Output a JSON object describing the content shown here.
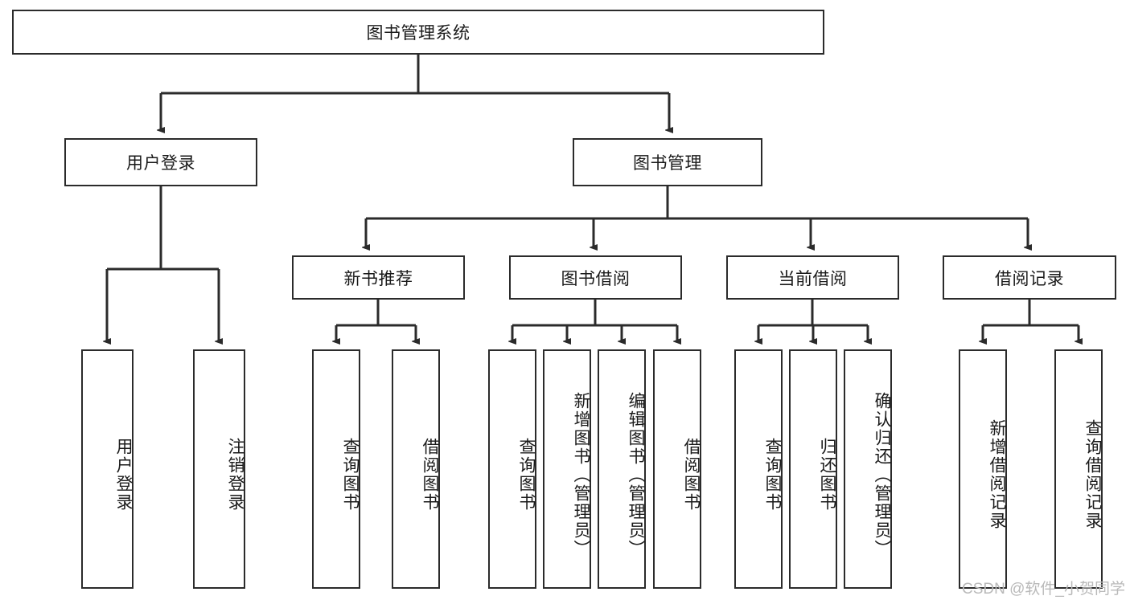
{
  "diagram": {
    "title_node": {
      "label": "图书管理系统"
    },
    "level2": [
      {
        "id": "user-login",
        "label": "用户登录"
      },
      {
        "id": "book-management",
        "label": "图书管理"
      }
    ],
    "level3": [
      {
        "id": "new-book-recommend",
        "label": "新书推荐"
      },
      {
        "id": "book-borrow",
        "label": "图书借阅"
      },
      {
        "id": "current-borrow",
        "label": "当前借阅"
      },
      {
        "id": "borrow-record",
        "label": "借阅记录"
      }
    ],
    "leaves": {
      "user_login": [
        {
          "id": "leaf-user-login",
          "label": "用户登录"
        },
        {
          "id": "leaf-logout",
          "label": "注销登录"
        }
      ],
      "new_book_recommend": [
        {
          "id": "leaf-query-book-1",
          "label": "查询图书"
        },
        {
          "id": "leaf-borrow-book-1",
          "label": "借阅图书"
        }
      ],
      "book_borrow": [
        {
          "id": "leaf-query-book-2",
          "label": "查询图书"
        },
        {
          "id": "leaf-add-book",
          "label": "新增图书（管理员）"
        },
        {
          "id": "leaf-edit-book",
          "label": "编辑图书（管理员）"
        },
        {
          "id": "leaf-borrow-book-2",
          "label": "借阅图书"
        }
      ],
      "current_borrow": [
        {
          "id": "leaf-query-book-3",
          "label": "查询图书"
        },
        {
          "id": "leaf-return-book",
          "label": "归还图书"
        },
        {
          "id": "leaf-confirm-return",
          "label": "确认归还（管理员）"
        }
      ],
      "borrow_record": [
        {
          "id": "leaf-add-record",
          "label": "新增借阅记录"
        },
        {
          "id": "leaf-query-record",
          "label": "查询借阅记录"
        }
      ]
    }
  },
  "watermark": {
    "text": "CSDN @软件_小贺同学"
  },
  "colors": {
    "stroke": "#2b2b2b",
    "background": "#ffffff",
    "text": "#1a1a1a",
    "watermark": "#b9b9b9"
  }
}
